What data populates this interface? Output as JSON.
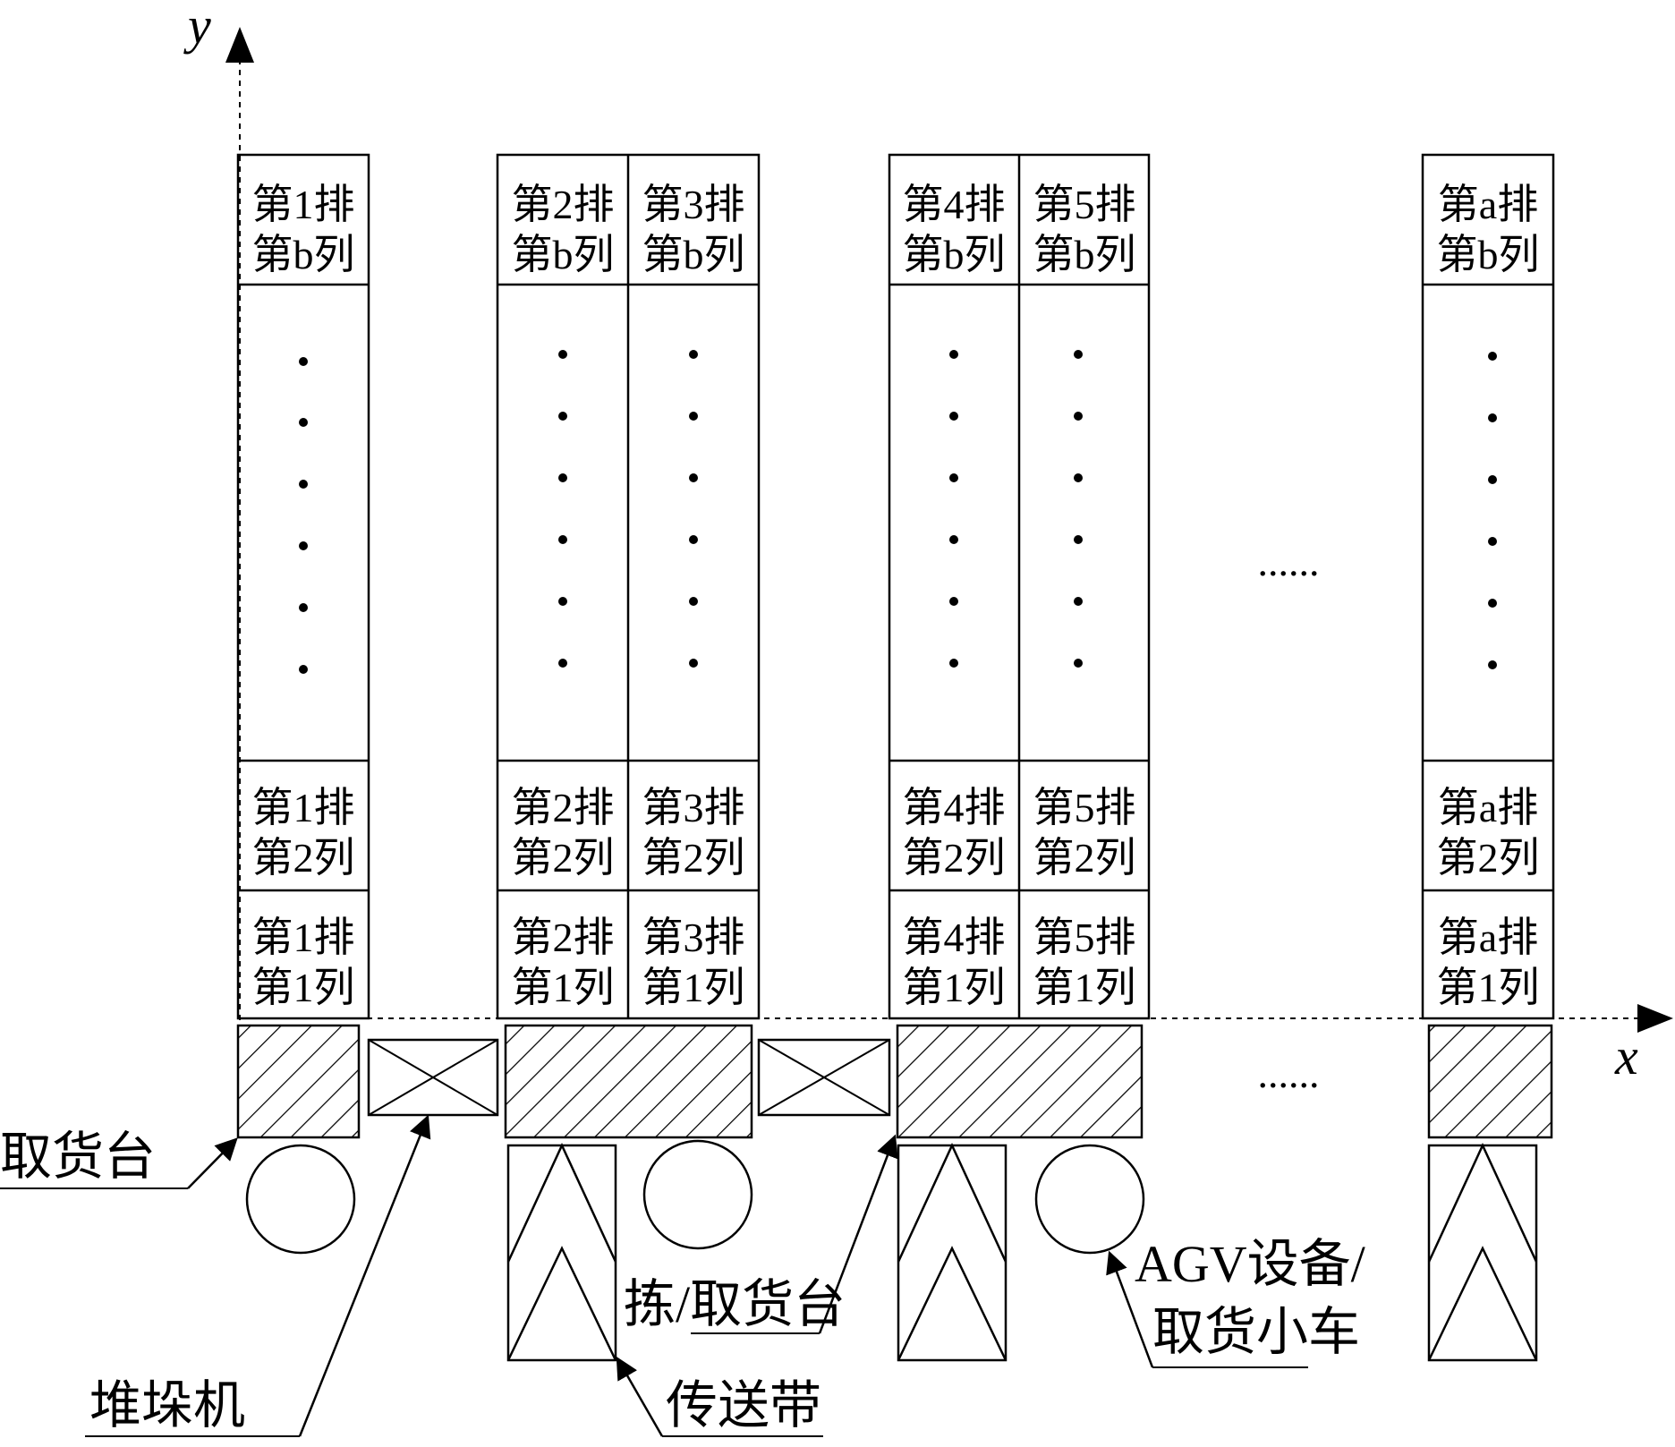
{
  "axes": {
    "x_label": "x",
    "y_label": "y"
  },
  "racks": [
    {
      "id": "rack-1",
      "columns": [
        {
          "top": [
            "第1排",
            "第b列"
          ],
          "mid": [
            "第1排",
            "第2列"
          ],
          "bottom": [
            "第1排",
            "第1列"
          ]
        }
      ]
    },
    {
      "id": "rack-2-3",
      "columns": [
        {
          "top": [
            "第2排",
            "第b列"
          ],
          "mid": [
            "第2排",
            "第2列"
          ],
          "bottom": [
            "第2排",
            "第1列"
          ]
        },
        {
          "top": [
            "第3排",
            "第b列"
          ],
          "mid": [
            "第3排",
            "第2列"
          ],
          "bottom": [
            "第3排",
            "第1列"
          ]
        }
      ]
    },
    {
      "id": "rack-4-5",
      "columns": [
        {
          "top": [
            "第4排",
            "第b列"
          ],
          "mid": [
            "第4排",
            "第2列"
          ],
          "bottom": [
            "第4排",
            "第1列"
          ]
        },
        {
          "top": [
            "第5排",
            "第b列"
          ],
          "mid": [
            "第5排",
            "第2列"
          ],
          "bottom": [
            "第5排",
            "第1列"
          ]
        }
      ]
    },
    {
      "id": "rack-a",
      "columns": [
        {
          "top": [
            "第a排",
            "第b列"
          ],
          "mid": [
            "第a排",
            "第2列"
          ],
          "bottom": [
            "第a排",
            "第1列"
          ]
        }
      ]
    }
  ],
  "ellipsis": "......",
  "labels": {
    "pickup_station": "取货台",
    "stacker": "堆垛机",
    "pick_station": "拣/取货台",
    "conveyor": "传送带",
    "agv_line1": "AGV设备/",
    "agv_line2": "取货小车"
  }
}
